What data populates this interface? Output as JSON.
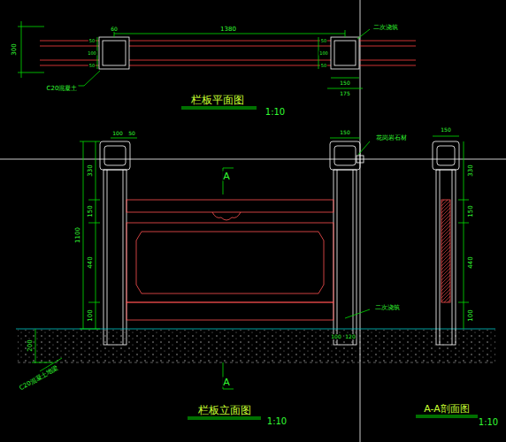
{
  "diagram": {
    "labels": [
      "300",
      "60",
      "1380",
      "50",
      "100",
      "50",
      "50",
      "100",
      "50",
      "二次浇筑",
      "150",
      "175",
      "C20混凝土",
      "栏板平面图",
      "1:10",
      "A",
      "100",
      "50",
      "150",
      "花岗岩石材",
      "330",
      "150",
      "1100",
      "440",
      "100",
      "100",
      "120",
      "二次浇筑",
      "200",
      "C20混凝土地梁",
      "A",
      "栏板立面图",
      "1:10",
      "150",
      "330",
      "150",
      "440",
      "100",
      "A-A剖面图",
      "1:10"
    ]
  }
}
